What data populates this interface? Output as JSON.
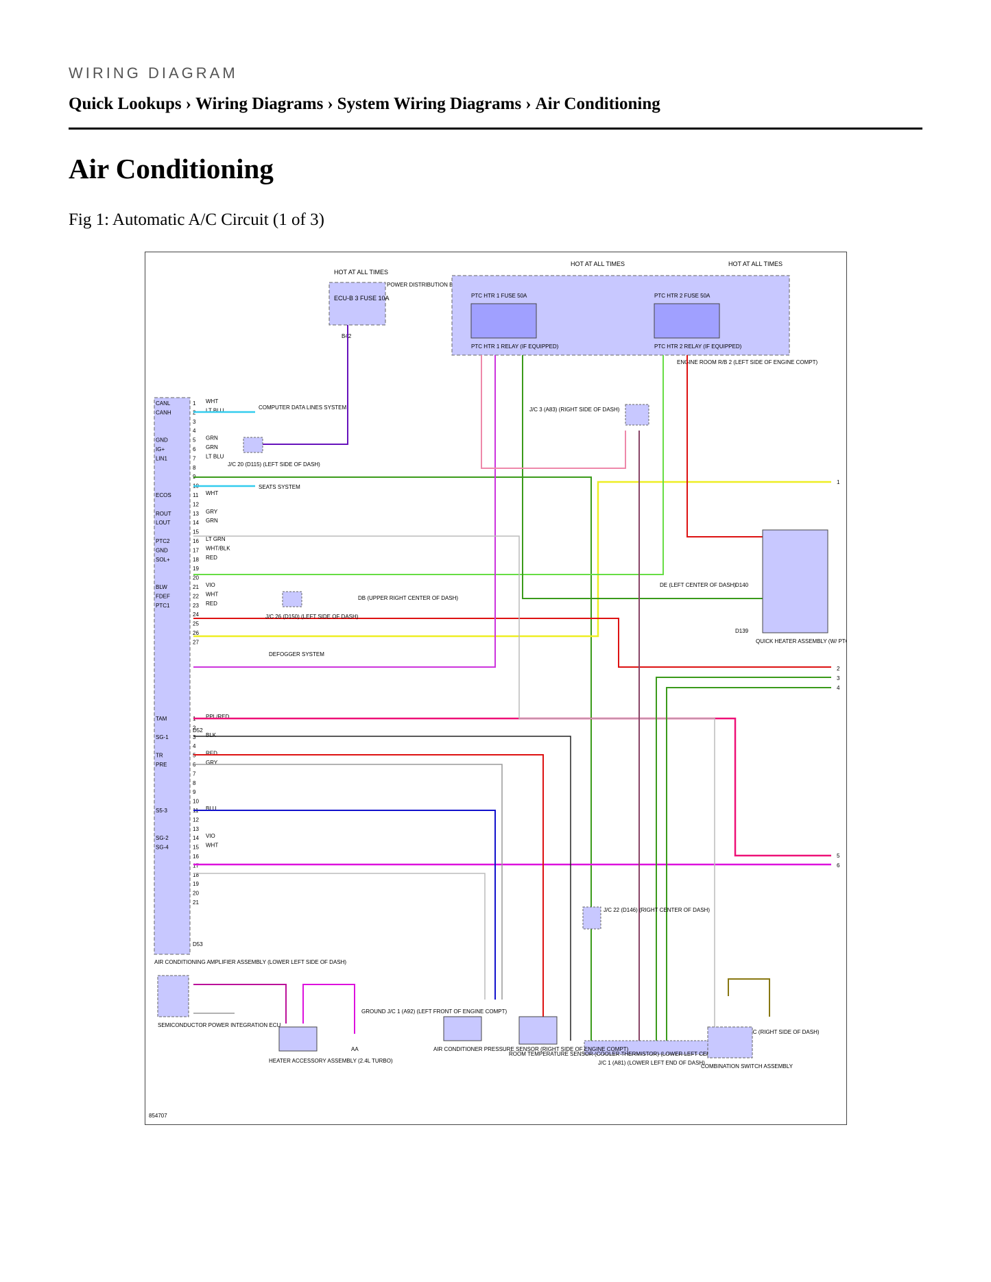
{
  "header": {
    "eyebrow": "WIRING DIAGRAM",
    "breadcrumb": [
      "Quick Lookups",
      "Wiring Diagrams",
      "System Wiring Diagrams",
      "Air Conditioning"
    ],
    "separator": "›"
  },
  "page_title": "Air Conditioning",
  "figure_caption": "Fig 1: Automatic A/C Circuit (1 of 3)",
  "diagram": {
    "figure_id": "854707",
    "hot_at_all_times": "HOT AT ALL TIMES",
    "power_box": {
      "name": "POWER DISTRIBUTION BOX ASSEMBLY (LEFT END OF DASH)",
      "fuse": "ECU-B 3 FUSE 10A",
      "connector": "B42"
    },
    "engine_room_rb": "ENGINE ROOM R/B 2 (LEFT SIDE OF ENGINE COMPT)",
    "relays": [
      {
        "name": "PTC HTR 1 RELAY (IF EQUIPPED)",
        "fuse": "PTC HTR 1 FUSE 50A"
      },
      {
        "name": "PTC HTR 2 RELAY (IF EQUIPPED)",
        "fuse": "PTC HTR 2 FUSE 50A"
      }
    ],
    "amplifier": {
      "name": "AIR CONDITIONING AMPLIFIER ASSEMBLY (LOWER LEFT SIDE OF DASH)",
      "connector_1": "D52",
      "connector_2": "D53",
      "upper_pins": [
        {
          "n": "1",
          "sig": "CANL",
          "wire": "WHT"
        },
        {
          "n": "2",
          "sig": "CANH",
          "wire": "LT BLU"
        },
        {
          "n": "3",
          "sig": "",
          "wire": ""
        },
        {
          "n": "4",
          "sig": "",
          "wire": ""
        },
        {
          "n": "5",
          "sig": "GND",
          "wire": "GRN"
        },
        {
          "n": "6",
          "sig": "IG+",
          "wire": "GRN"
        },
        {
          "n": "7",
          "sig": "LIN1",
          "wire": "LT BLU"
        },
        {
          "n": "8",
          "sig": "",
          "wire": ""
        },
        {
          "n": "9",
          "sig": "",
          "wire": ""
        },
        {
          "n": "10",
          "sig": "",
          "wire": ""
        },
        {
          "n": "11",
          "sig": "ECOS",
          "wire": "WHT"
        },
        {
          "n": "12",
          "sig": "",
          "wire": ""
        },
        {
          "n": "13",
          "sig": "ROUT",
          "wire": "GRY"
        },
        {
          "n": "14",
          "sig": "LOUT",
          "wire": "GRN"
        },
        {
          "n": "15",
          "sig": "",
          "wire": ""
        },
        {
          "n": "16",
          "sig": "PTC2",
          "wire": "LT GRN"
        },
        {
          "n": "17",
          "sig": "GND",
          "wire": "WHT/BLK"
        },
        {
          "n": "18",
          "sig": "SOL+",
          "wire": "RED"
        },
        {
          "n": "19",
          "sig": "",
          "wire": ""
        },
        {
          "n": "20",
          "sig": "",
          "wire": ""
        },
        {
          "n": "21",
          "sig": "BLW",
          "wire": "VIO"
        },
        {
          "n": "22",
          "sig": "FDEF",
          "wire": "WHT"
        },
        {
          "n": "23",
          "sig": "PTC1",
          "wire": "RED"
        },
        {
          "n": "24",
          "sig": "",
          "wire": ""
        },
        {
          "n": "25",
          "sig": "",
          "wire": ""
        },
        {
          "n": "26",
          "sig": "",
          "wire": ""
        },
        {
          "n": "27",
          "sig": "",
          "wire": ""
        }
      ],
      "lower_pins": [
        {
          "n": "1",
          "sig": "TAM",
          "wire": "PPL/RED"
        },
        {
          "n": "2",
          "sig": "",
          "wire": ""
        },
        {
          "n": "3",
          "sig": "SG-1",
          "wire": "BLK"
        },
        {
          "n": "4",
          "sig": "",
          "wire": ""
        },
        {
          "n": "5",
          "sig": "TR",
          "wire": "RED"
        },
        {
          "n": "6",
          "sig": "PRE",
          "wire": "GRY"
        },
        {
          "n": "7",
          "sig": "",
          "wire": ""
        },
        {
          "n": "8",
          "sig": "",
          "wire": ""
        },
        {
          "n": "9",
          "sig": "",
          "wire": ""
        },
        {
          "n": "10",
          "sig": "",
          "wire": ""
        },
        {
          "n": "11",
          "sig": "S5-3",
          "wire": "BLU"
        },
        {
          "n": "12",
          "sig": "",
          "wire": ""
        },
        {
          "n": "13",
          "sig": "",
          "wire": ""
        },
        {
          "n": "14",
          "sig": "SG-2",
          "wire": "VIO"
        },
        {
          "n": "15",
          "sig": "SG-4",
          "wire": "WHT"
        },
        {
          "n": "16",
          "sig": "",
          "wire": ""
        },
        {
          "n": "17",
          "sig": "",
          "wire": ""
        },
        {
          "n": "18",
          "sig": "",
          "wire": ""
        },
        {
          "n": "19",
          "sig": "",
          "wire": ""
        },
        {
          "n": "20",
          "sig": "",
          "wire": ""
        },
        {
          "n": "21",
          "sig": "",
          "wire": ""
        }
      ]
    },
    "systems": {
      "computer_data_lines": "COMPUTER DATA LINES SYSTEM",
      "seats": "SEATS SYSTEM",
      "defogger": "DEFOGGER SYSTEM"
    },
    "junctions": {
      "jc20": "J/C 20 (D115) (LEFT SIDE OF DASH)",
      "jc26": "J/C 26 (D150) (LEFT SIDE OF DASH)",
      "jc3": "J/C 3 (A83) (RIGHT SIDE OF DASH)",
      "jc22": "J/C 22 (D146) (RIGHT CENTER OF DASH)",
      "jc1": "J/C 1 (A81) (LOWER LEFT END OF DASH)",
      "jc1_a92": "GROUND J/C 1 (A92) (LEFT FRONT OF ENGINE COMPT)"
    },
    "grounds": {
      "db": "DB (UPPER RIGHT CENTER OF DASH)",
      "de": "DE (LEFT CENTER OF DASH)",
      "dc": "DC (RIGHT SIDE OF DASH)",
      "aa": "AA"
    },
    "heater": {
      "name": "QUICK HEATER ASSEMBLY (W/ PTC HEATER)",
      "connector_1": "D140",
      "connector_2": "D139"
    },
    "components": {
      "semiconductor": "SEMICONDUCTOR POWER INTEGRATION ECU",
      "heater_accessory": "HEATER ACCESSORY ASSEMBLY (2.4L TURBO)",
      "pressure_sensor": "AIR CONDITIONER PRESSURE SENSOR (RIGHT SIDE OF ENGINE COMPT)",
      "room_temp_sensor": "ROOM TEMPERATURE SENSOR (COOLER THERMISTOR) (LOWER LEFT CENTER OF DASH)",
      "combo_switch": "COMBINATION SWITCH ASSEMBLY"
    },
    "page_refs": [
      "1",
      "2",
      "3",
      "4",
      "5",
      "6"
    ],
    "wire_colors": {
      "GRN": "#3a9a1a",
      "LT_GRN": "#66dd44",
      "LT_BLU": "#33ccee",
      "BLU": "#1111cc",
      "RED": "#dd1111",
      "PNK": "#ee88aa",
      "VIO": "#cc33dd",
      "PPL": "#dd11dd",
      "PPL_RED": "#ee1177",
      "PPL_BLU": "#6611bb",
      "PPL_GRN": "#884466",
      "YEL": "#eeee22",
      "WHT": "#bbbbbb",
      "GRY": "#999999",
      "BLK": "#222222",
      "BRN": "#887711",
      "COMPONENT_FILL": "#c8c8ff"
    }
  }
}
